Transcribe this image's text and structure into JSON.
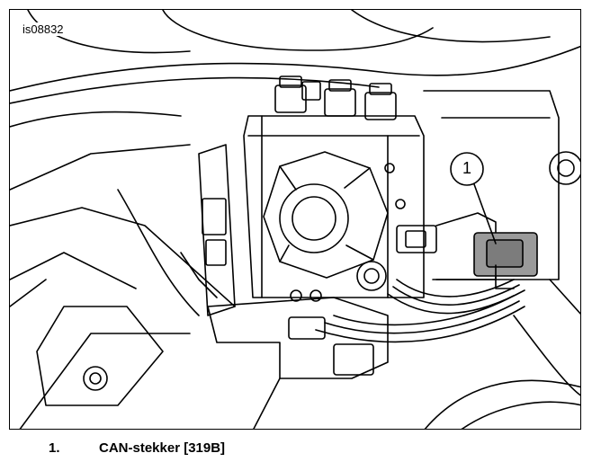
{
  "figure": {
    "image_id": "is08832",
    "callout_number": "1"
  },
  "legend": {
    "items": [
      {
        "number": "1.",
        "label": "CAN-stekker [319B]"
      }
    ]
  }
}
